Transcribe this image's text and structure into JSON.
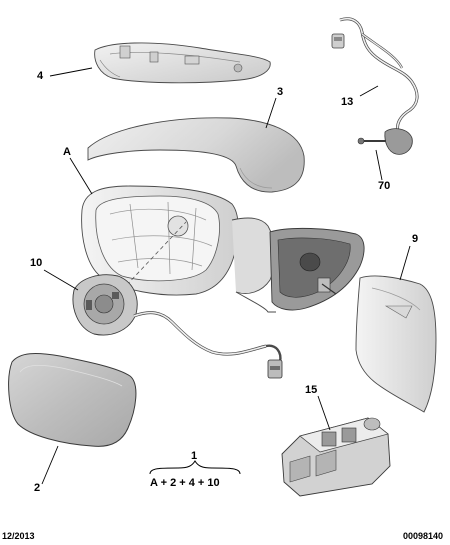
{
  "callouts": {
    "a": "A",
    "p1": "1",
    "p2": "2",
    "p3": "3",
    "p4": "4",
    "p9": "9",
    "p10": "10",
    "p13": "13",
    "p15": "15",
    "p70": "70"
  },
  "kit": {
    "number": "1",
    "formula": "A + 2 + 4 + 10"
  },
  "footer": {
    "date": "12/2013",
    "reference": "00098140"
  },
  "colors": {
    "part_fill": "#e6e6e6",
    "part_shade": "#c4c4c4",
    "outline": "#4a4a4a",
    "dark": "#3a3a3a",
    "leader": "#000000"
  }
}
